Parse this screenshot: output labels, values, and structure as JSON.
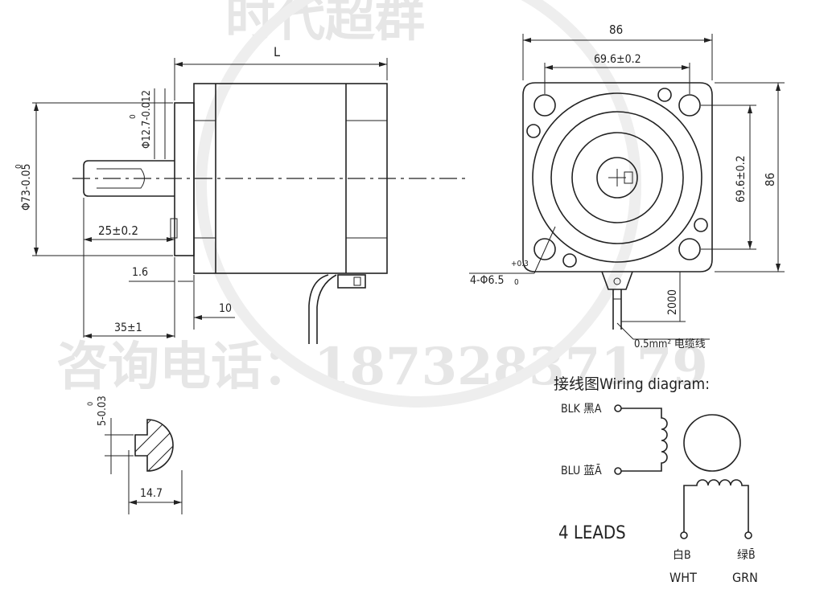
{
  "watermark": {
    "brand": "时代超群",
    "phone": "咨询电话：18732837179"
  },
  "side_view": {
    "length_label": "L",
    "flange_dia_label": "Φ73-0.05",
    "flange_dia_tol_upper": "0",
    "shaft_dia_label": "Φ12.7-0.012",
    "shaft_dia_tol_upper": "0",
    "shaft_len_label": "25±0.2",
    "boss_label": "1.6",
    "flange_thk_label": "10",
    "overall_shaft_label": "35±1"
  },
  "front_view": {
    "width_label": "86",
    "hole_spacing_h_label": "69.6±0.2",
    "height_label": "86",
    "hole_spacing_v_label": "69.6±0.2",
    "hole_label": "4-Φ6.5",
    "hole_tol_upper": "+0.3",
    "hole_tol_lower": "0",
    "cable_len_label": "2000",
    "cable_label": "0.5mm² 电缆线"
  },
  "shaft_section": {
    "flat_label": "5-0.03",
    "flat_tol_upper": "0",
    "width_label": "14.7"
  },
  "wiring": {
    "title": "接线图Wiring diagram:",
    "lead_a": "BLK 黑A",
    "lead_a_bar": "BLU 蓝Ā",
    "lead_b": "白B",
    "lead_b_en": "WHT",
    "lead_b_bar": "绿B̄",
    "lead_b_bar_en": "GRN",
    "leads_note": "4 LEADS"
  }
}
